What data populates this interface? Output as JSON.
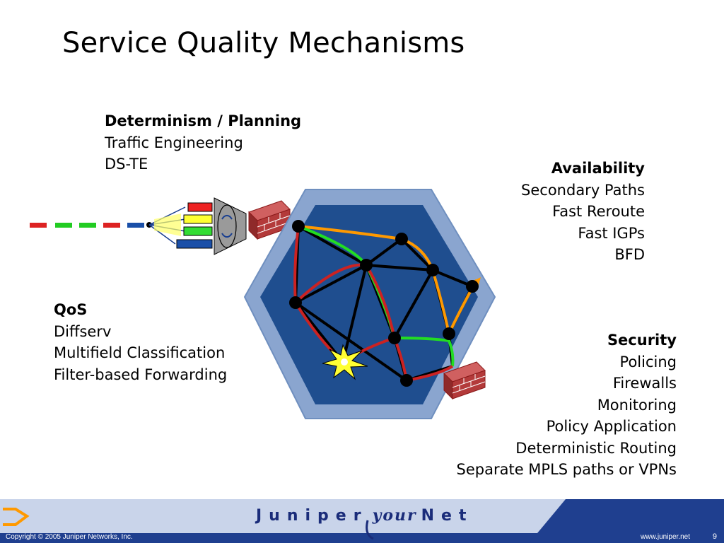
{
  "slide": {
    "title": "Service Quality Mechanisms",
    "page_number": "9"
  },
  "determinism": {
    "heading": "Determinism / Planning",
    "items": [
      "Traffic Engineering",
      "DS-TE"
    ]
  },
  "qos": {
    "heading": "QoS",
    "items": [
      "Diffserv",
      "Multifield Classification",
      "Filter-based Forwarding"
    ]
  },
  "availability": {
    "heading": "Availability",
    "items": [
      "Secondary Paths",
      "Fast Reroute",
      "Fast IGPs",
      "BFD"
    ]
  },
  "security": {
    "heading": "Security",
    "items": [
      "Policing",
      "Firewalls",
      "Monitoring",
      "Policy Application",
      "Deterministic Routing",
      "Separate MPLS paths or VPNs"
    ]
  },
  "footer": {
    "copyright": "Copyright © 2005 Juniper Networks, Inc.",
    "url": "www.juniper.net",
    "brand_left": "Juniper",
    "brand_mid": "your",
    "brand_right": "Net"
  },
  "colors": {
    "network_fill": "#1f4e8f",
    "network_border": "#8aa5cf",
    "path_orange": "#ff9900",
    "path_green": "#22dd22",
    "path_red": "#cc2222",
    "footer_bg": "#1f3f8f",
    "footer_light": "#c9d4ea"
  }
}
